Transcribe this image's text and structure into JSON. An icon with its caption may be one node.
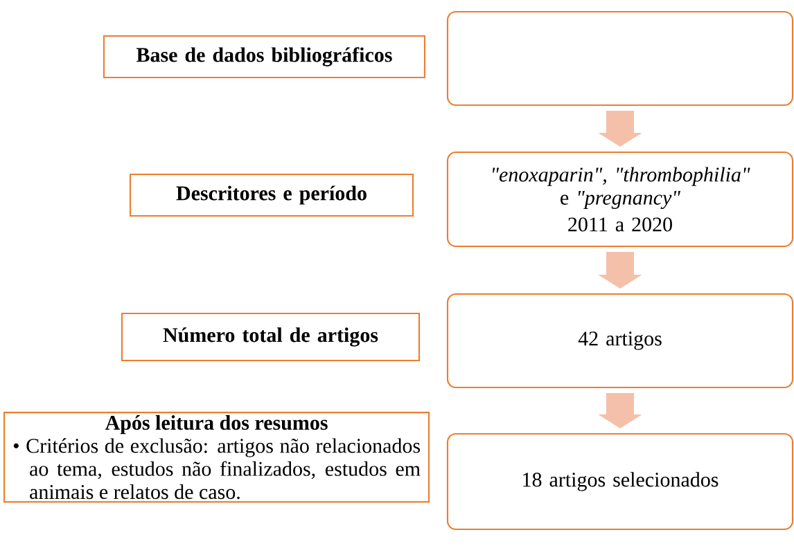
{
  "diagram": {
    "nodes": [
      {
        "text": [
          "Base de dados bibliográficos"
        ]
      },
      {
        "text": [],
        "shape": "box"
      },
      {
        "text": [
          "Descritores e período"
        ]
      },
      {
        "text": [
          "*\"enoxaparin\", \"thrombophilia\"* e *\"pregnancy\"*",
          "2011 a 2020"
        ]
      },
      {
        "text": [
          "Número total de artigos"
        ]
      },
      {
        "text": [
          "42 artigos"
        ]
      },
      {
        "text": [
          "Após leitura dos resumos",
          "• Critérios de exclusão: artigos não relacionados ao tema, estudos não finalizados, estudos em animais e relatos de caso."
        ]
      },
      {
        "text": [
          "18 artigos selecionados"
        ]
      }
    ],
    "edges": [
      {
        "from": 1,
        "to": 3,
        "arrow": "to"
      },
      {
        "from": 3,
        "to": 5,
        "arrow": "to"
      },
      {
        "from": 5,
        "to": 7,
        "arrow": "to"
      }
    ]
  }
}
